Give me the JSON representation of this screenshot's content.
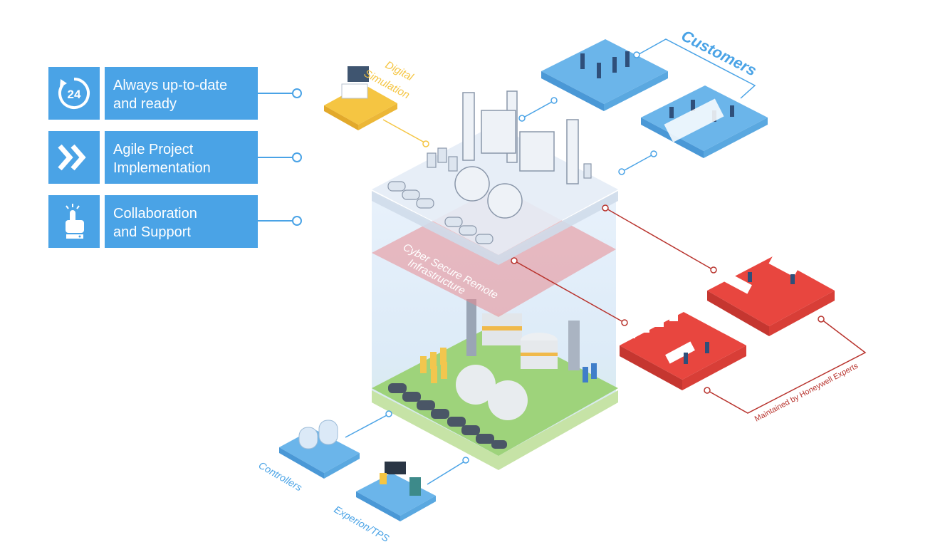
{
  "features": [
    {
      "icon": "clock-24-icon",
      "line1": "Always up-to-date",
      "line2": "and ready"
    },
    {
      "icon": "chevron-double-right-icon",
      "line1": "Agile Project",
      "line2": "Implementation"
    },
    {
      "icon": "pointing-hand-icon",
      "line1": "Collaboration",
      "line2": "and Support"
    }
  ],
  "diagram": {
    "digital_simulation": "Digital Simulation",
    "digital_line1": "Digital",
    "digital_line2": "Simulation",
    "customers": "Customers",
    "cyber_line1": "Cyber Secure Remote",
    "cyber_line2": "Infrastructure",
    "maintained": "Maintained by Honeywell Experts",
    "controllers": "Controllers",
    "experion": "Experion/TPS",
    "icon_24": "24"
  },
  "colors": {
    "feature_blue": "#4aa3e6",
    "simulation_yellow": "#f5c542",
    "expert_red": "#e8463f",
    "base_green": "#8fcf6a",
    "cyber_pink": "#e88a90"
  }
}
